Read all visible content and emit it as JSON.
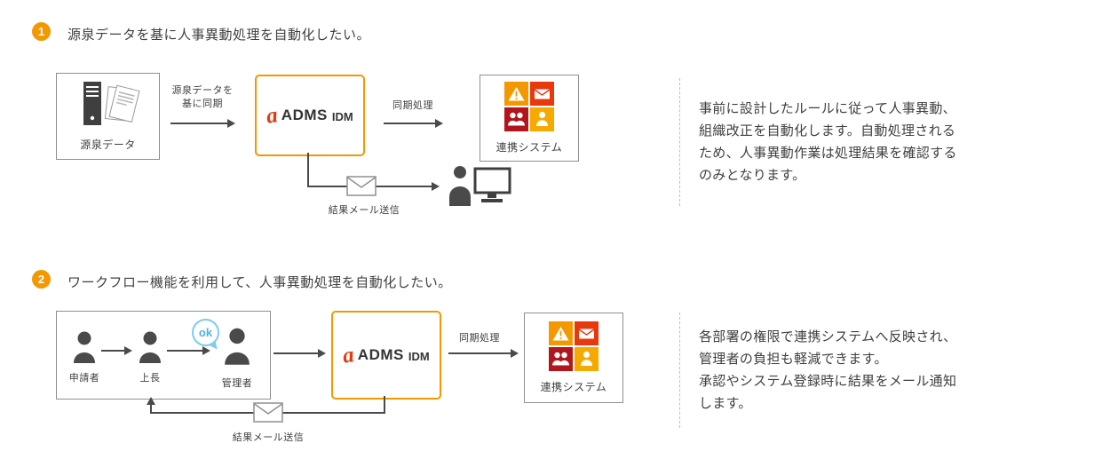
{
  "colors": {
    "accent_orange": "#f39800",
    "logo_red": "#e8380d",
    "tile_orange": "#f39800",
    "tile_red": "#e8380d",
    "tile_dark_red": "#b2151b",
    "tile_amber": "#f6aa00",
    "ok_blue": "#7dccf0",
    "line_gray": "#4a4a4a",
    "box_border": "#8f8f8f"
  },
  "logo": {
    "icon": "a",
    "name": "ADMS",
    "product": "IDM"
  },
  "section1": {
    "badge": "1",
    "title": "源泉データを基に人事異動処理を自動化したい。",
    "flow": {
      "source_label": "源泉データ",
      "sync_label_line1": "源泉データを",
      "sync_label_line2": "基に同期",
      "sync_process_label": "同期処理",
      "target_label": "連携システム",
      "mail_label": "結果メール送信"
    },
    "note_lines": [
      "事前に設計したルールに従って人事異動、",
      "組織改正を自動化します。自動処理される",
      "ため、人事異動作業は処理結果を確認する",
      "のみとなります。"
    ]
  },
  "section2": {
    "badge": "2",
    "title": "ワークフロー機能を利用して、人事異動処理を自動化したい。",
    "flow": {
      "roles": [
        "申請者",
        "上長",
        "管理者"
      ],
      "approval_label": "ok",
      "sync_process_label": "同期処理",
      "target_label": "連携システム",
      "mail_label": "結果メール送信"
    },
    "note_lines": [
      "各部署の権限で連携システムへ反映され、",
      "管理者の負担も軽減できます。",
      "承認やシステム登録時に結果をメール通知",
      "します。"
    ]
  }
}
